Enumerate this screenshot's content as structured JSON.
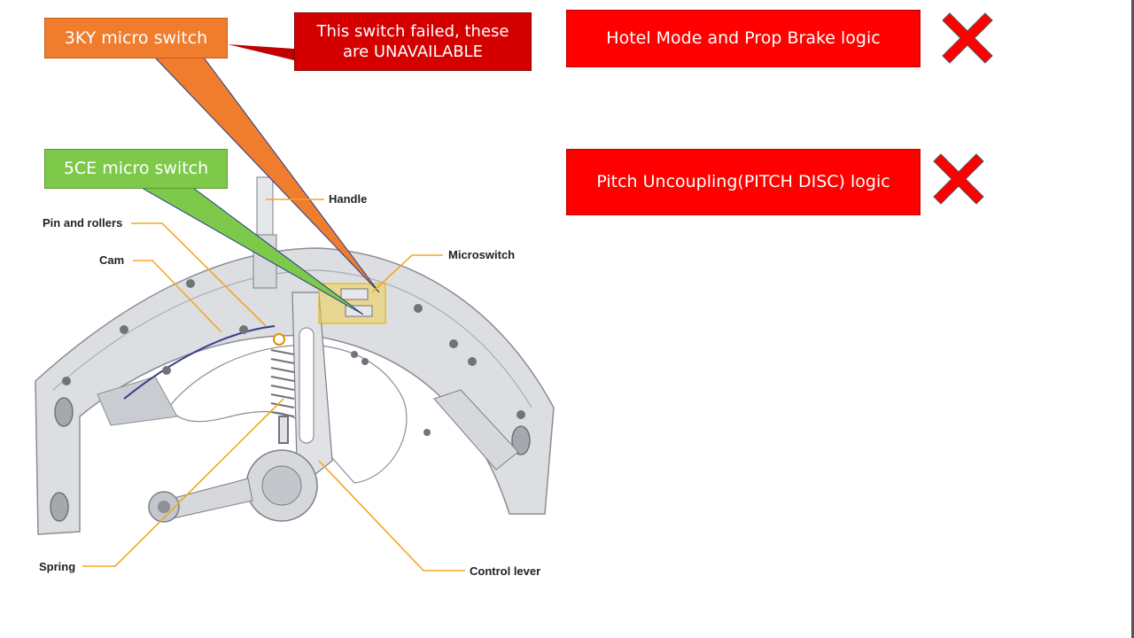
{
  "callouts": {
    "switch_3ky": "3KY micro switch",
    "switch_5ce": "5CE micro switch",
    "failed_note": "This switch failed, these are UNAVAILABLE"
  },
  "unavailable_logic": [
    {
      "label": "Hotel Mode and Prop Brake logic",
      "status_icon": "red-x-icon"
    },
    {
      "label": "Pitch Uncoupling(PITCH DISC) logic",
      "status_icon": "red-x-icon"
    }
  ],
  "diagram_labels": {
    "handle": "Handle",
    "pin_and_rollers": "Pin and rollers",
    "cam": "Cam",
    "microswitch": "Microswitch",
    "spring": "Spring",
    "control_lever": "Control lever"
  },
  "colors": {
    "orange_callout": "#f07c2e",
    "green_callout": "#7ec94a",
    "failed_note": "#d40000",
    "unavailable_box": "#ff0000",
    "leader_line": "#f5a623",
    "cam_track": "#3a3a8c"
  }
}
